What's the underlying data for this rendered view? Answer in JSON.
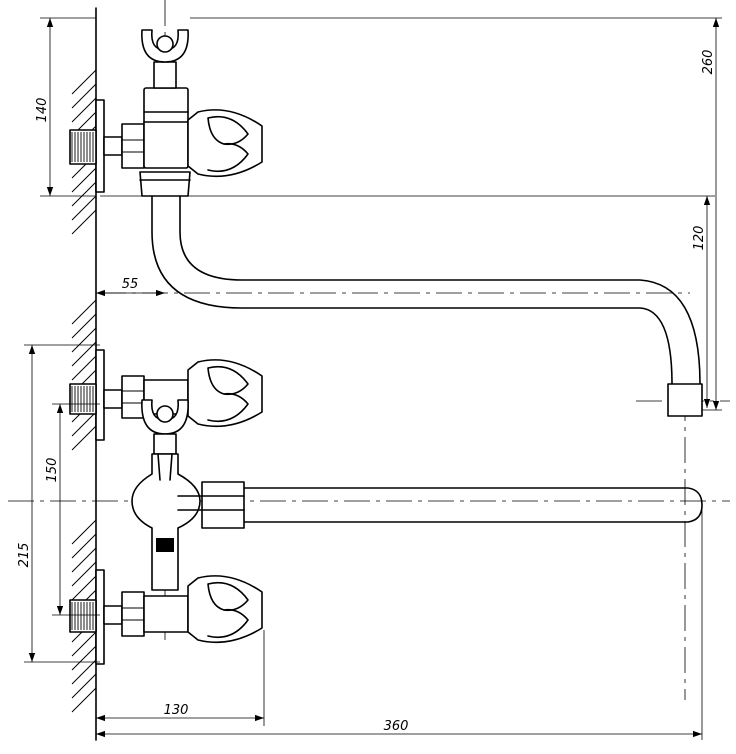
{
  "dimensions": {
    "d260": "260",
    "d140": "140",
    "d120": "120",
    "d55": "55",
    "d150": "150",
    "d215": "215",
    "d130": "130",
    "d360": "360"
  }
}
